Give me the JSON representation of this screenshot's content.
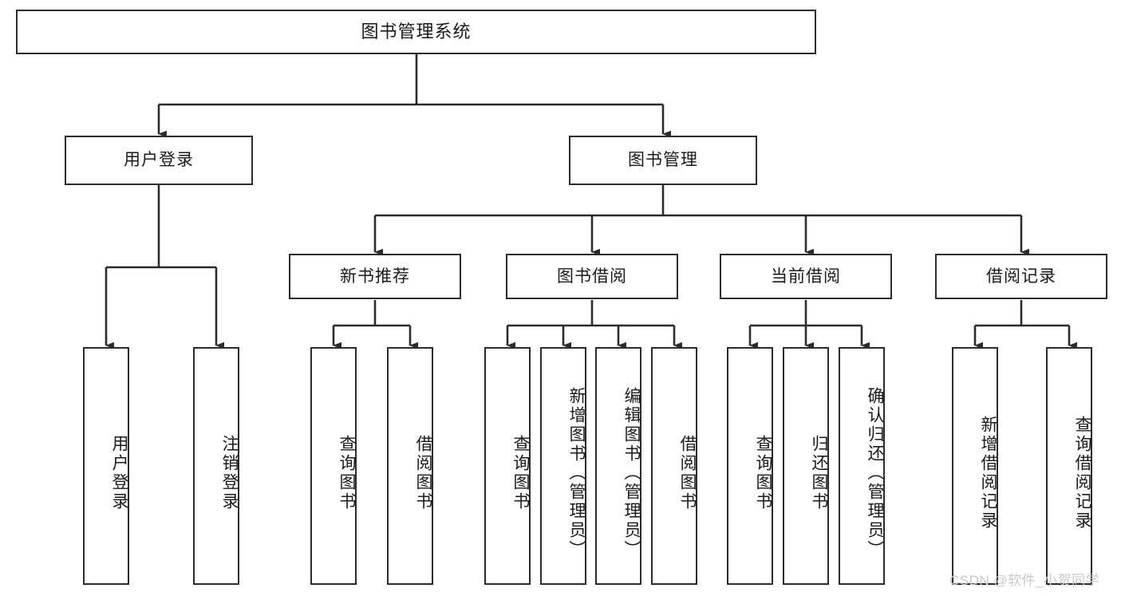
{
  "diagram": {
    "type": "hierarchy-tree",
    "title": "图书管理系统",
    "watermark": "CSDN @软件_小贺同学",
    "colors": {
      "stroke": "#2b2b2b",
      "fill": "#ffffff",
      "text": "#1a1a1a",
      "watermark": "#c9c9c9"
    },
    "root": {
      "label": "图书管理系统"
    },
    "level1": [
      {
        "label": "用户登录"
      },
      {
        "label": "图书管理"
      }
    ],
    "level2": [
      {
        "label": "新书推荐"
      },
      {
        "label": "图书借阅"
      },
      {
        "label": "当前借阅"
      },
      {
        "label": "借阅记录"
      }
    ],
    "leaves": {
      "user_login": [
        {
          "label": "用户登录"
        },
        {
          "label": "注销登录"
        }
      ],
      "new_book_recommend": [
        {
          "label": "查询图书"
        },
        {
          "label": "借阅图书"
        }
      ],
      "book_borrow": [
        {
          "label": "查询图书"
        },
        {
          "label": "新增图书（管理员）"
        },
        {
          "label": "编辑图书（管理员）"
        },
        {
          "label": "借阅图书"
        }
      ],
      "current_borrow": [
        {
          "label": "查询图书"
        },
        {
          "label": "归还图书"
        },
        {
          "label": "确认归还（管理员）"
        }
      ],
      "borrow_record": [
        {
          "label": "新增借阅记录"
        },
        {
          "label": "查询借阅记录"
        }
      ]
    }
  }
}
